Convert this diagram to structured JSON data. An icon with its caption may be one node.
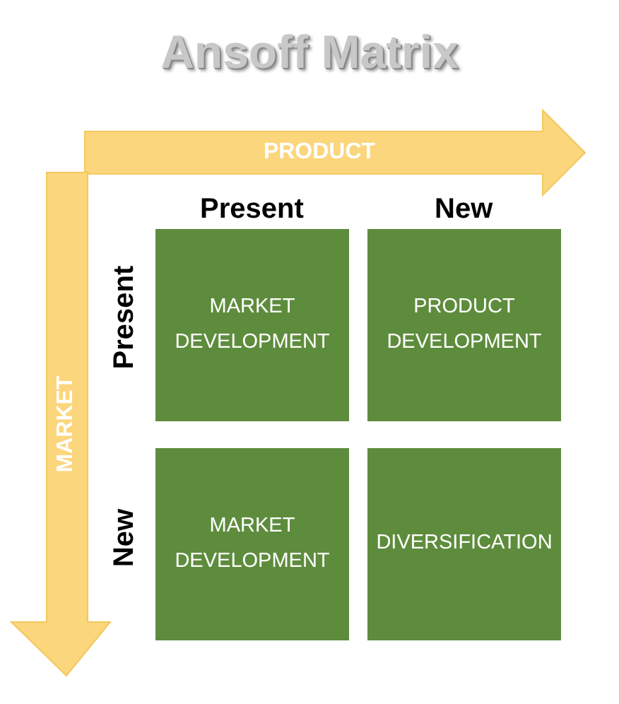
{
  "diagram": {
    "title": "Ansoff Matrix",
    "nodes": [
      {
        "text": [
          "PRODUCT"
        ]
      },
      {
        "text": [
          "MARKET"
        ]
      },
      {
        "text": [
          "MARKET DEVELOPMENT"
        ]
      },
      {
        "text": [
          "PRODUCT DEVELOPMENT"
        ]
      },
      {
        "text": [
          "MARKET DEVELOPMENT"
        ]
      },
      {
        "text": [
          "DIVERSIFICATION"
        ]
      }
    ],
    "labels": [
      "Present",
      "New",
      "Present",
      "New"
    ]
  }
}
